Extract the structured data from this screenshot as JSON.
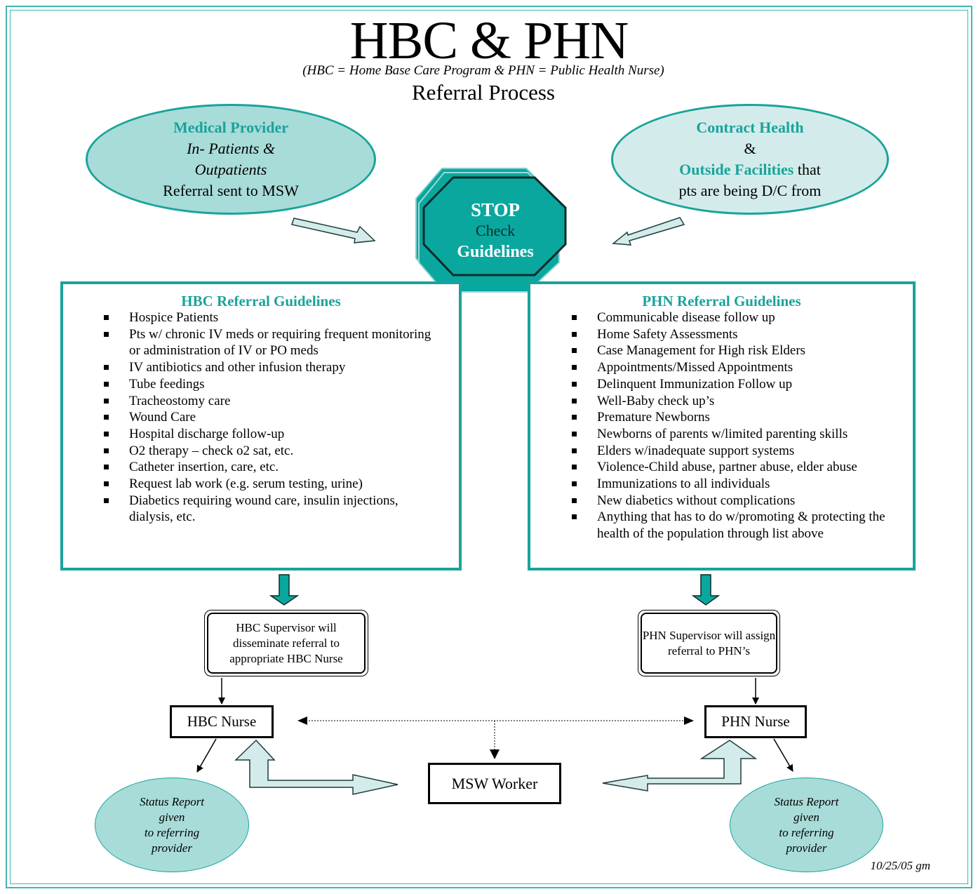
{
  "header": {
    "title": "HBC & PHN",
    "subtitle": "(HBC = Home Base Care Program & PHN = Public Health Nurse)",
    "process": "Referral Process"
  },
  "medical_provider": {
    "heading": "Medical Provider",
    "line1": "In- Patients &",
    "line2": "Outpatients",
    "line3": "Referral sent to MSW"
  },
  "contract_health": {
    "heading": "Contract Health",
    "amp": "&",
    "outside": "Outside Facilities",
    "that": " that",
    "line3": "pts are being D/C from"
  },
  "stop_sign": {
    "title": "STOP",
    "check": "Check",
    "guidelines": "Guidelines"
  },
  "hbc_guidelines": {
    "heading": "HBC Referral Guidelines",
    "items": [
      "Hospice Patients",
      "Pts w/ chronic IV meds or requiring frequent monitoring or administration of IV or PO meds",
      "IV antibiotics and other infusion therapy",
      "Tube feedings",
      "Tracheostomy care",
      "Wound Care",
      "Hospital discharge follow-up",
      "O2 therapy – check o2 sat, etc.",
      "Catheter insertion, care, etc.",
      "Request lab work (e.g. serum testing, urine)",
      "Diabetics requiring wound care, insulin injections, dialysis, etc."
    ]
  },
  "phn_guidelines": {
    "heading": "PHN Referral Guidelines",
    "items": [
      "Communicable disease follow up",
      "Home Safety Assessments",
      "Case Management for High risk Elders",
      "Appointments/Missed Appointments",
      "Delinquent Immunization Follow up",
      "Well-Baby check up’s",
      "Premature Newborns",
      "Newborns of parents w/limited parenting skills",
      "Elders w/inadequate support systems",
      "Violence-Child abuse, partner abuse, elder abuse",
      "Immunizations to all individuals",
      "New diabetics without complications",
      "Anything that has to do w/promoting & protecting the health of the population through list above"
    ]
  },
  "hbc_supervisor": {
    "text": "HBC Supervisor will disseminate referral to appropriate HBC Nurse"
  },
  "phn_supervisor": {
    "text": "PHN Supervisor will assign referral to PHN’s"
  },
  "hbc_nurse": {
    "label": "HBC Nurse"
  },
  "phn_nurse": {
    "label": "PHN Nurse"
  },
  "msw_worker": {
    "label": "MSW Worker"
  },
  "status_left": {
    "l1": "Status Report",
    "l2": "given",
    "l3": "to referring",
    "l4": "provider"
  },
  "status_right": {
    "l1": "Status Report",
    "l2": "given",
    "l3": "to referring",
    "l4": "provider"
  },
  "footer": {
    "date": "10/25/05 gm"
  },
  "colors": {
    "teal": "#1aa39b",
    "teal_light": "#a8dcd9",
    "teal_pale": "#d3eceb",
    "stop_fill": "#0aa79f"
  }
}
